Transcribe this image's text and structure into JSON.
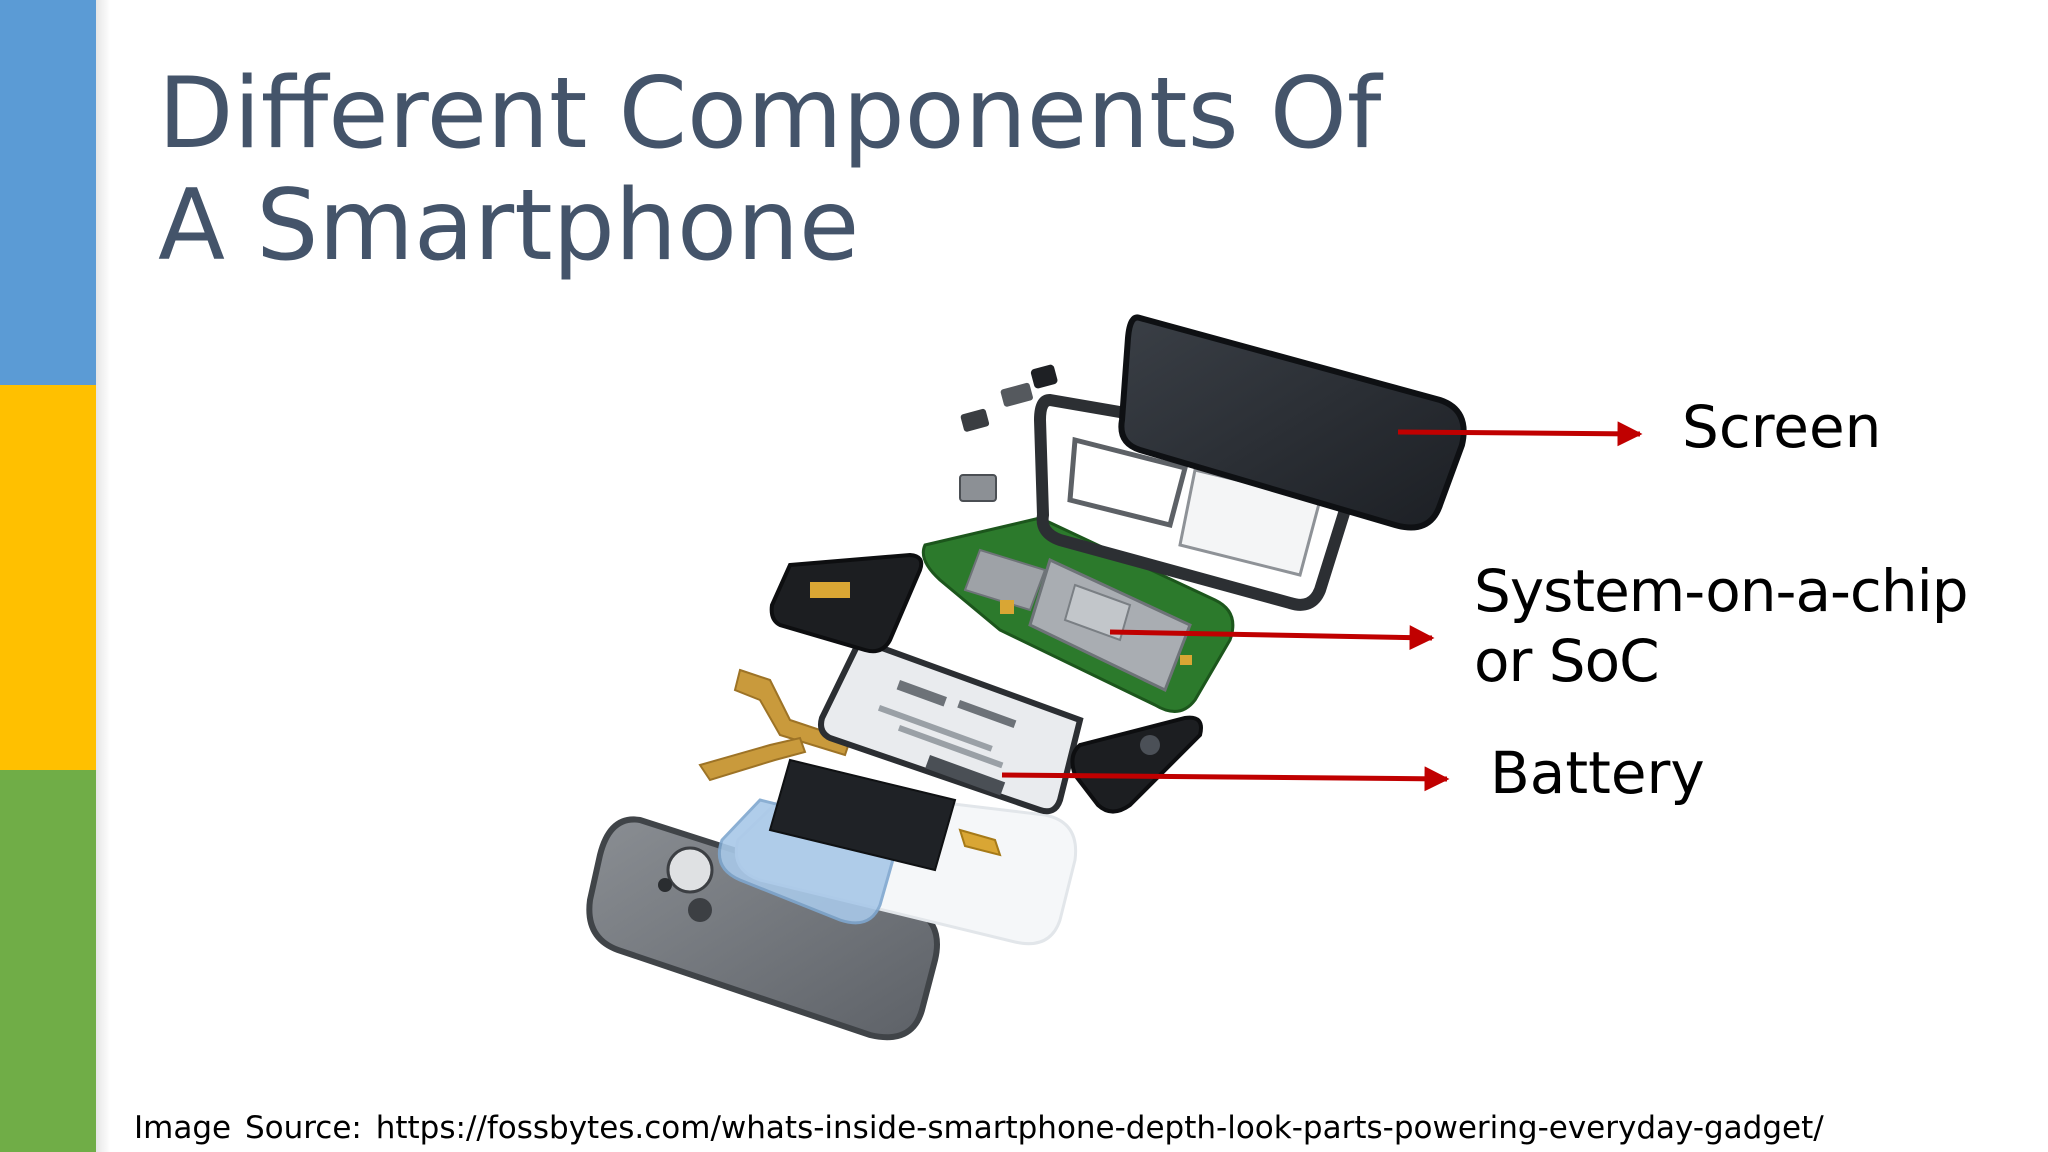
{
  "slide": {
    "title_line1": "Different Components Of",
    "title_line2": "A Smartphone",
    "labels": {
      "screen": "Screen",
      "soc_line1": "System-on-a-chip",
      "soc_line2": "or SoC",
      "battery": "Battery"
    },
    "source": "Image  Source:  https://fossbytes.com/whats-inside-smartphone-depth-look-parts-powering-everyday-gadget/"
  },
  "colors": {
    "stripe_blue": "#5b9bd5",
    "stripe_yellow": "#ffc000",
    "stripe_green": "#70ad47",
    "title": "#44546a",
    "arrow": "#c00000"
  },
  "icons": [
    "smartphone-exploded-illustration",
    "arrow-right-icon"
  ]
}
